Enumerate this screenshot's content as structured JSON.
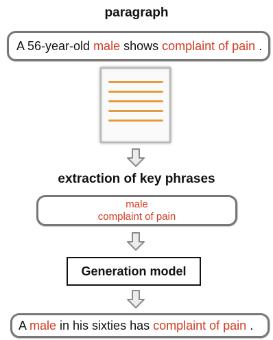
{
  "headings": {
    "paragraph": "paragraph",
    "extraction": "extraction of key phrases"
  },
  "input_sentence": {
    "parts": [
      {
        "text": "A 56-year-old ",
        "highlight": false
      },
      {
        "text": "male",
        "highlight": true
      },
      {
        "text": " shows ",
        "highlight": false
      },
      {
        "text": "complaint of  pain",
        "highlight": true
      },
      {
        "text": " .",
        "highlight": false
      }
    ]
  },
  "key_phrases": [
    "male",
    "complaint of pain"
  ],
  "model_label": "Generation model",
  "output_sentence": {
    "parts": [
      {
        "text": "A ",
        "highlight": false
      },
      {
        "text": "male",
        "highlight": true
      },
      {
        "text": " in his sixties has ",
        "highlight": false
      },
      {
        "text": "complaint of pain",
        "highlight": true
      },
      {
        "text": " .",
        "highlight": false
      }
    ]
  },
  "colors": {
    "highlight": "#d4391f",
    "document_lines": "#e69b3c",
    "box_border": "#777777",
    "arrow": "#8a8a8a"
  },
  "icons": {
    "document": "document-icon",
    "arrow": "down-arrow-icon"
  }
}
